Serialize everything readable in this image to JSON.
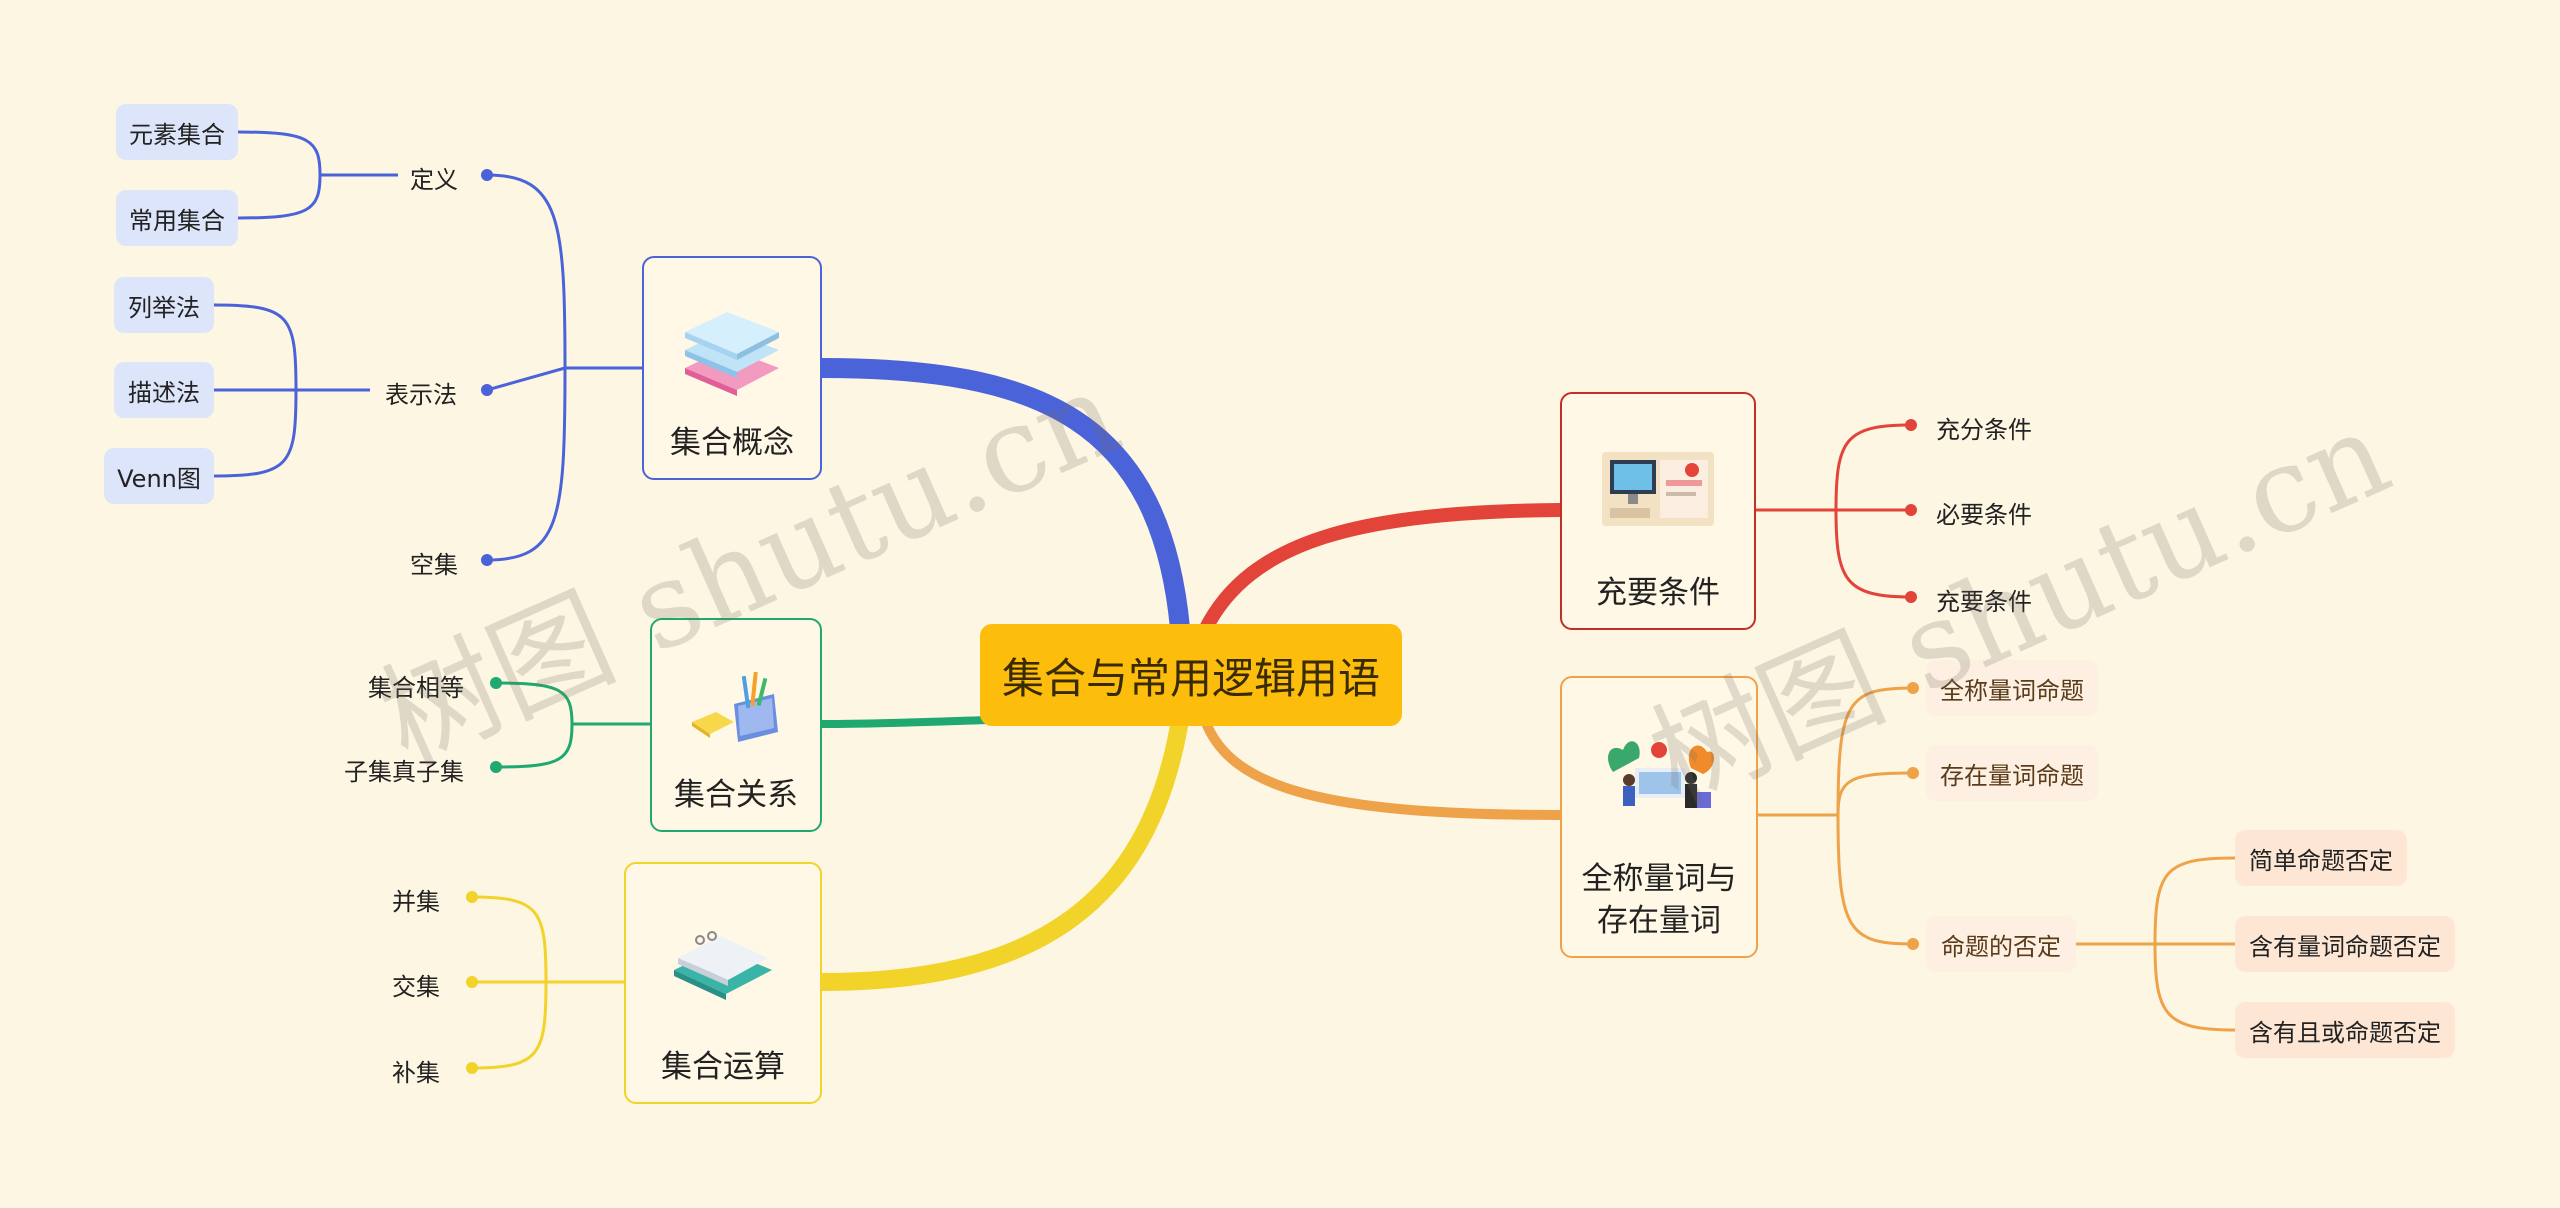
{
  "root": {
    "label": "集合与常用逻辑用语",
    "color": "#fdbd0d"
  },
  "branches": {
    "concept": {
      "label": "集合概念",
      "color": "#4a63d8",
      "icon": "books-icon",
      "children": {
        "definition": {
          "label": "定义",
          "items": [
            "元素集合",
            "常用集合"
          ]
        },
        "representation": {
          "label": "表示法",
          "items": [
            "列举法",
            "描述法",
            "Venn图"
          ]
        },
        "empty": {
          "label": "空集"
        }
      }
    },
    "relation": {
      "label": "集合关系",
      "color": "#1fa870",
      "icon": "stationery-icon",
      "items": [
        "集合相等",
        "子集真子集"
      ]
    },
    "operation": {
      "label": "集合运算",
      "color": "#f1d32a",
      "icon": "notepad-icon",
      "items": [
        "并集",
        "交集",
        "补集"
      ]
    },
    "condition": {
      "label": "充要条件",
      "color": "#e2443a",
      "icon": "desk-scene-icon",
      "items": [
        "充分条件",
        "必要条件",
        "充要条件"
      ]
    },
    "quantifier": {
      "label_line1": "全称量词与",
      "label_line2": "存在量词",
      "color": "#eea24a",
      "icon": "people-scene-icon",
      "items": [
        "全称量词命题",
        "存在量词命题"
      ],
      "negation": {
        "label": "命题的否定",
        "items": [
          "简单命题否定",
          "含有量词命题否定",
          "含有且或命题否定"
        ]
      }
    }
  },
  "watermark": {
    "text": "树图 shutu.cn"
  }
}
